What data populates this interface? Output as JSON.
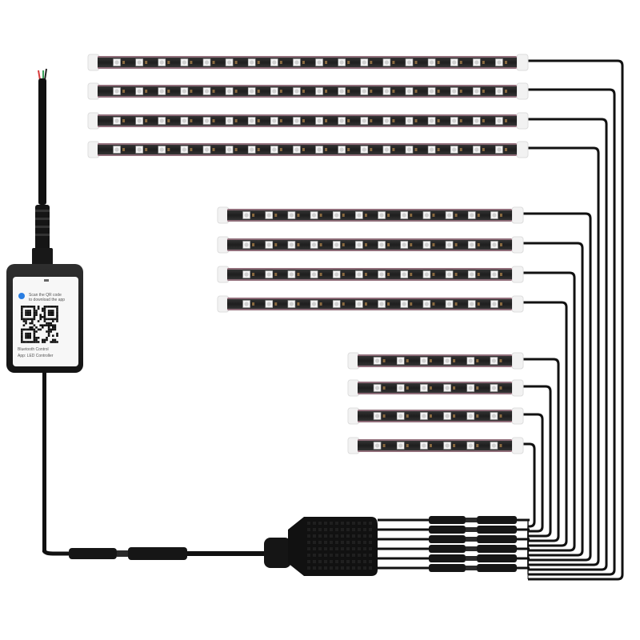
{
  "product": {
    "strip_groups": [
      {
        "name": "long",
        "count": 4,
        "leds_per_strip": 18
      },
      {
        "name": "medium",
        "count": 4,
        "leds_per_strip": 12
      },
      {
        "name": "short",
        "count": 4,
        "leds_per_strip": 6
      }
    ],
    "splitter_outputs": 6,
    "colors": {
      "strip_body": "#2b2b2b",
      "strip_cap": "#f2f2f2",
      "led_chip": "#f4f4f4",
      "wire": "#111111",
      "controller": "#1c1c1c",
      "wire_tip_red": "#d83a3a",
      "wire_tip_green": "#3aa05a"
    }
  },
  "controller": {
    "label_lines": [
      "Scan the QR code",
      "to download the app",
      "Bluetooth Control",
      "App: LED Controller"
    ]
  }
}
